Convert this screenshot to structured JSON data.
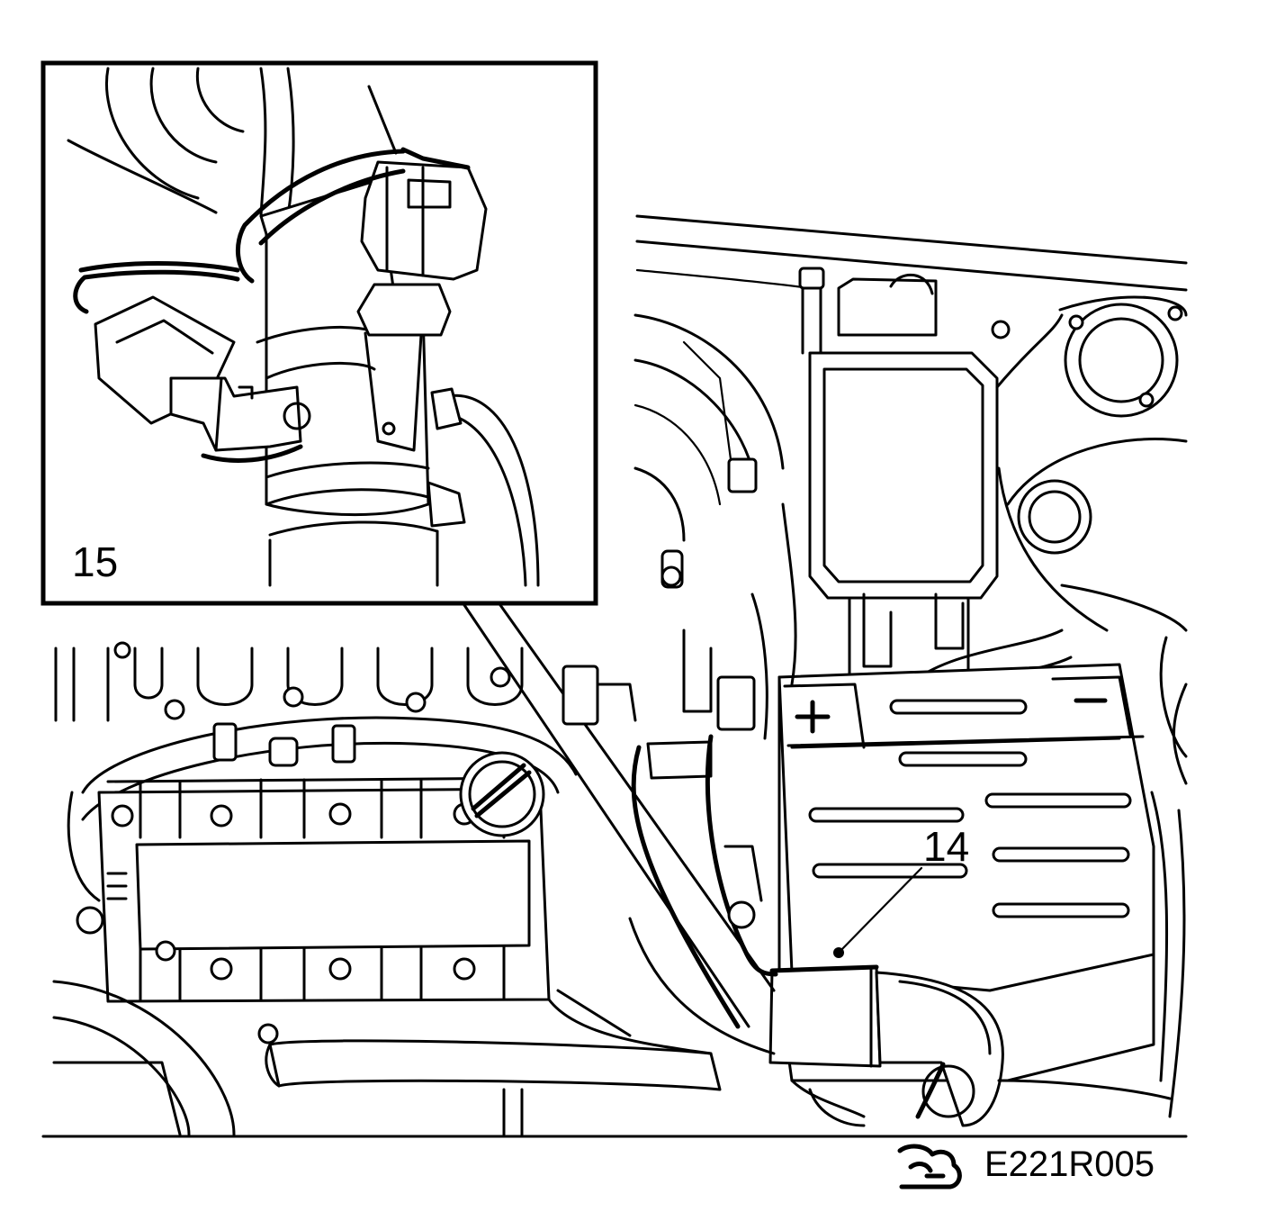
{
  "callouts": {
    "inset_number": "15",
    "battery_number": "14"
  },
  "figure_code": "E221R005",
  "icons": {
    "logo": "griffin-logo-icon"
  }
}
